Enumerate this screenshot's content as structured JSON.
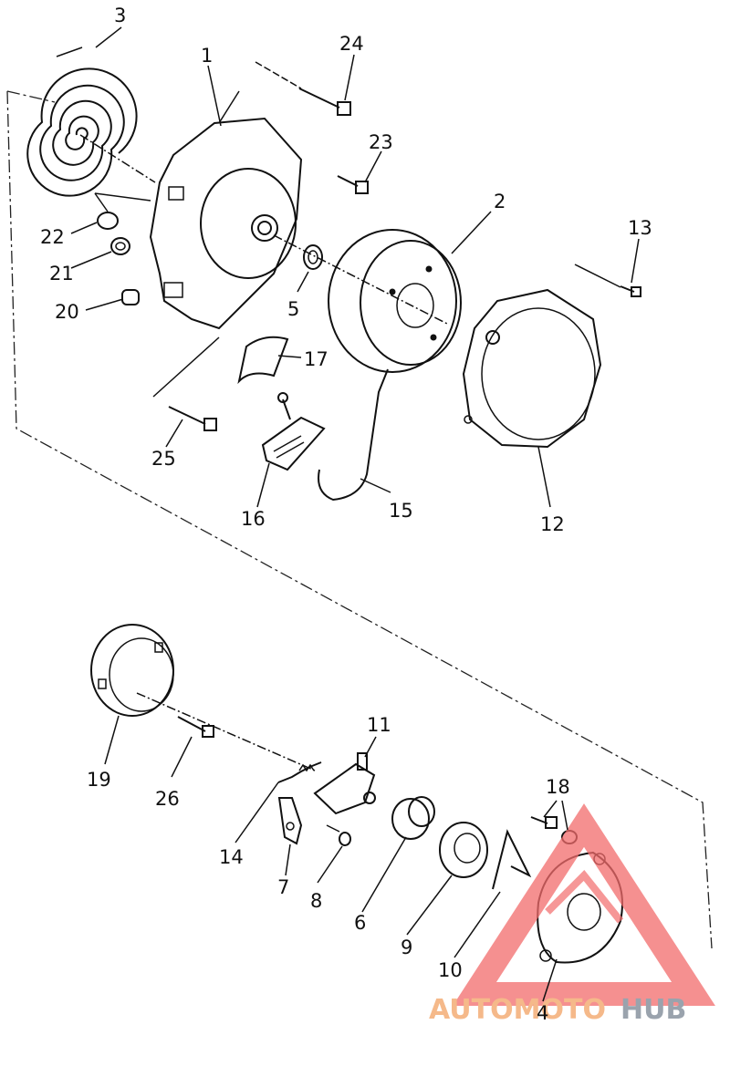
{
  "diagram": {
    "callouts": [
      "1",
      "2",
      "3",
      "4",
      "5",
      "6",
      "7",
      "8",
      "9",
      "10",
      "11",
      "12",
      "13",
      "14",
      "15",
      "16",
      "17",
      "18",
      "19",
      "20",
      "21",
      "22",
      "23",
      "24",
      "25",
      "26"
    ]
  },
  "watermark": {
    "brand_part_1": "AUTOMOTO",
    "brand_part_2": "HUB",
    "colors": {
      "triangle": "#f26b6b",
      "auto": "#f5b98a",
      "hub": "#9aa3ad"
    }
  }
}
